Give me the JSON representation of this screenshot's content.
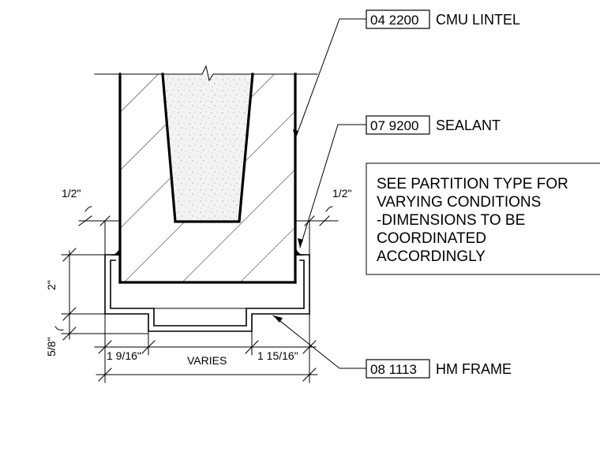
{
  "callouts": [
    {
      "code": "04 2200",
      "name": "CMU LINTEL"
    },
    {
      "code": "07 9200",
      "name": "SEALANT"
    },
    {
      "code": "08 1113",
      "name": "HM FRAME"
    }
  ],
  "note": {
    "lines": [
      "SEE PARTITION TYPE FOR",
      "VARYING CONDITIONS",
      "-DIMENSIONS TO BE",
      "COORDINATED",
      "ACCORDINGLY"
    ]
  },
  "dimensions": {
    "gap_left": "1/2\"",
    "gap_right": "1/2\"",
    "frame_depth": "2\"",
    "frame_return": "5/8\"",
    "jamb_left": "1 9/16\"",
    "jamb_right": "1 15/16\"",
    "width": "VARIES"
  }
}
